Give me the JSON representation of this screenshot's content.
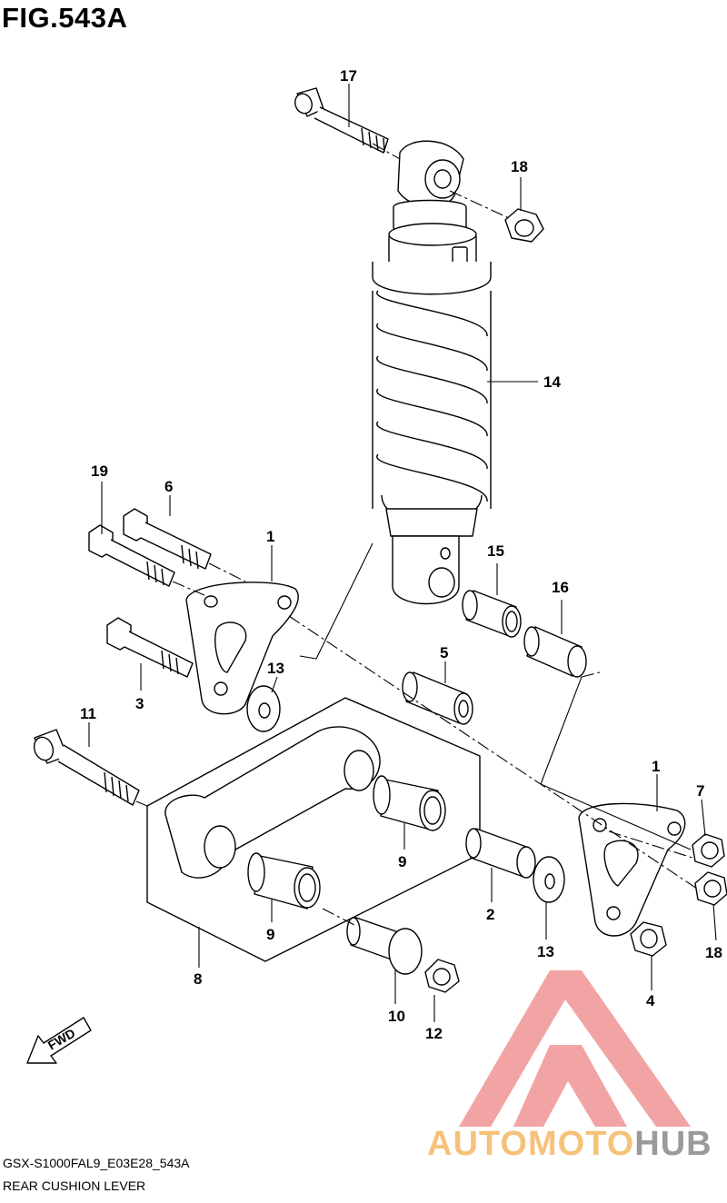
{
  "figure": {
    "title": "FIG.543A",
    "code": "GSX-S1000FAL9_E03E28_543A",
    "name": "REAR CUSHION LEVER"
  },
  "callouts": {
    "c17": "17",
    "c18a": "18",
    "c14": "14",
    "c19": "19",
    "c6": "6",
    "c1a": "1",
    "c15": "15",
    "c16": "16",
    "c5": "5",
    "c13a": "13",
    "c3": "3",
    "c11": "11",
    "c1b": "1",
    "c7": "7",
    "c9a": "9",
    "c9b": "9",
    "c2": "2",
    "c13b": "13",
    "c18b": "18",
    "c8": "8",
    "c4": "4",
    "c10": "10",
    "c12": "12"
  },
  "fwd_arrow": {
    "label": "FWD"
  },
  "watermark": {
    "part1": "AUTO",
    "part2": "MOTO",
    "part3": "HUB"
  }
}
